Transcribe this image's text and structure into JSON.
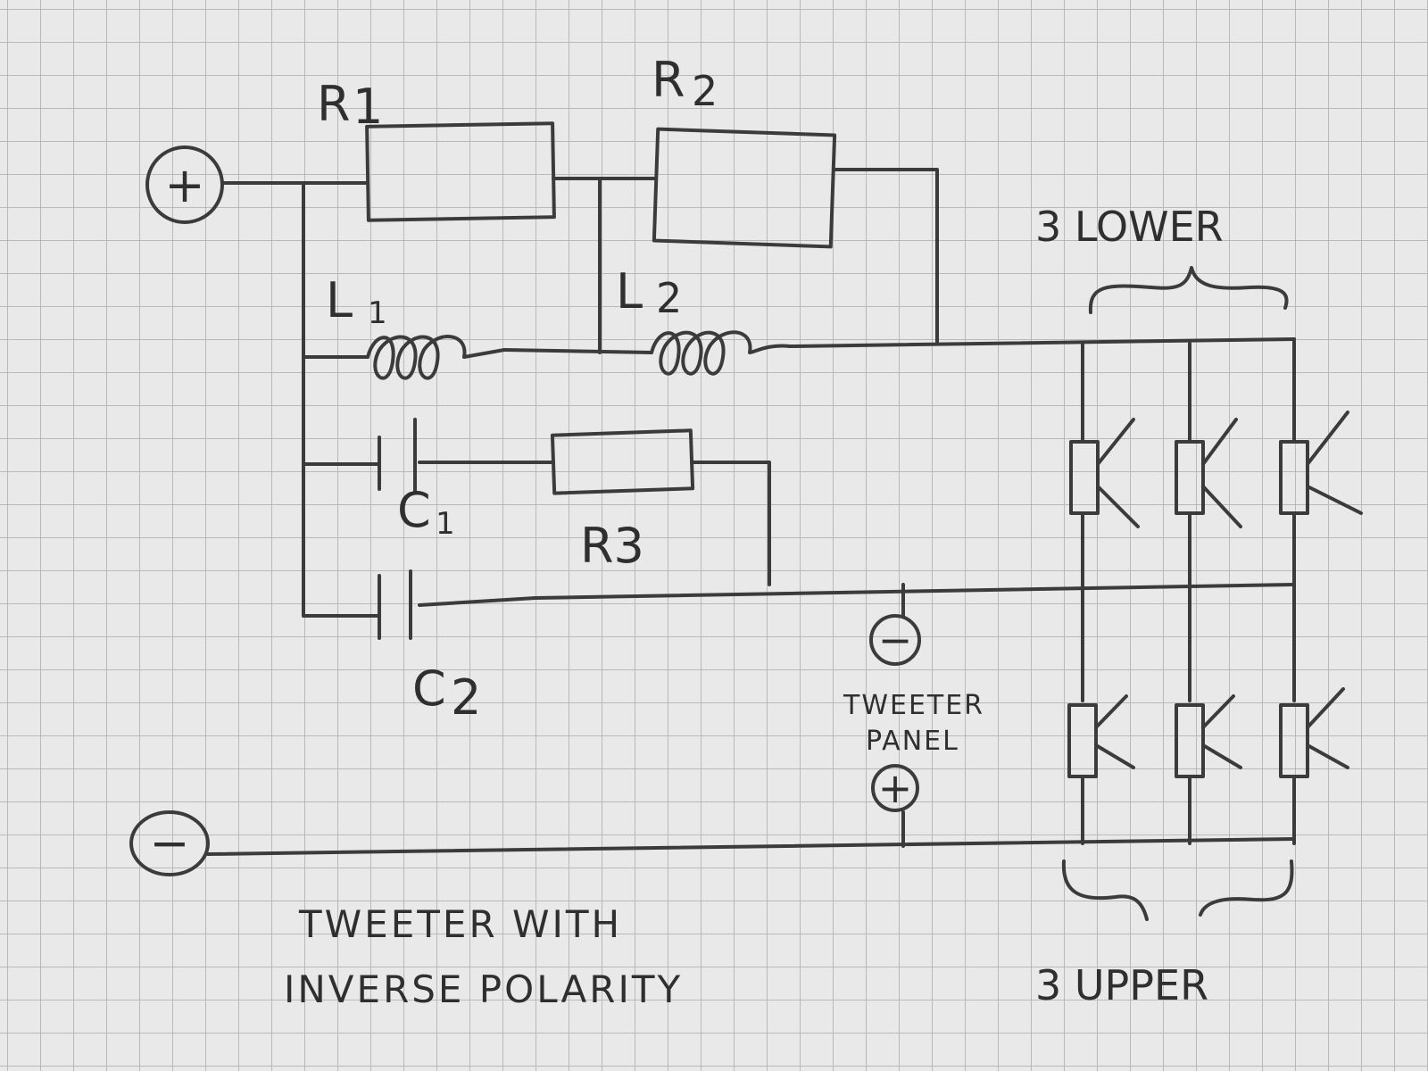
{
  "labels": {
    "r1": "R",
    "r1_sub": "1",
    "r2": "R",
    "r2_sub": "2",
    "r3": "R3",
    "l1": "L",
    "l1_sub": "1",
    "l2": "L",
    "l2_sub": "2",
    "c1": "C",
    "c1_sub": "1",
    "c2": "C",
    "c2_sub": "2",
    "plus": "+",
    "minus": "−",
    "three_lower": "3 LOWER",
    "three_upper": "3 UPPER",
    "tweeter_panel_line1": "TWEETER",
    "tweeter_panel_line2": "PANEL",
    "tweeter_minus": "−",
    "tweeter_plus": "+",
    "caption_line1": "TWEETER WITH",
    "caption_line2": "INVERSE POLARITY"
  },
  "colors": {
    "ink": "#3b3b3b",
    "paper": "#e9e9e9",
    "grid": "#b9b9b9"
  }
}
